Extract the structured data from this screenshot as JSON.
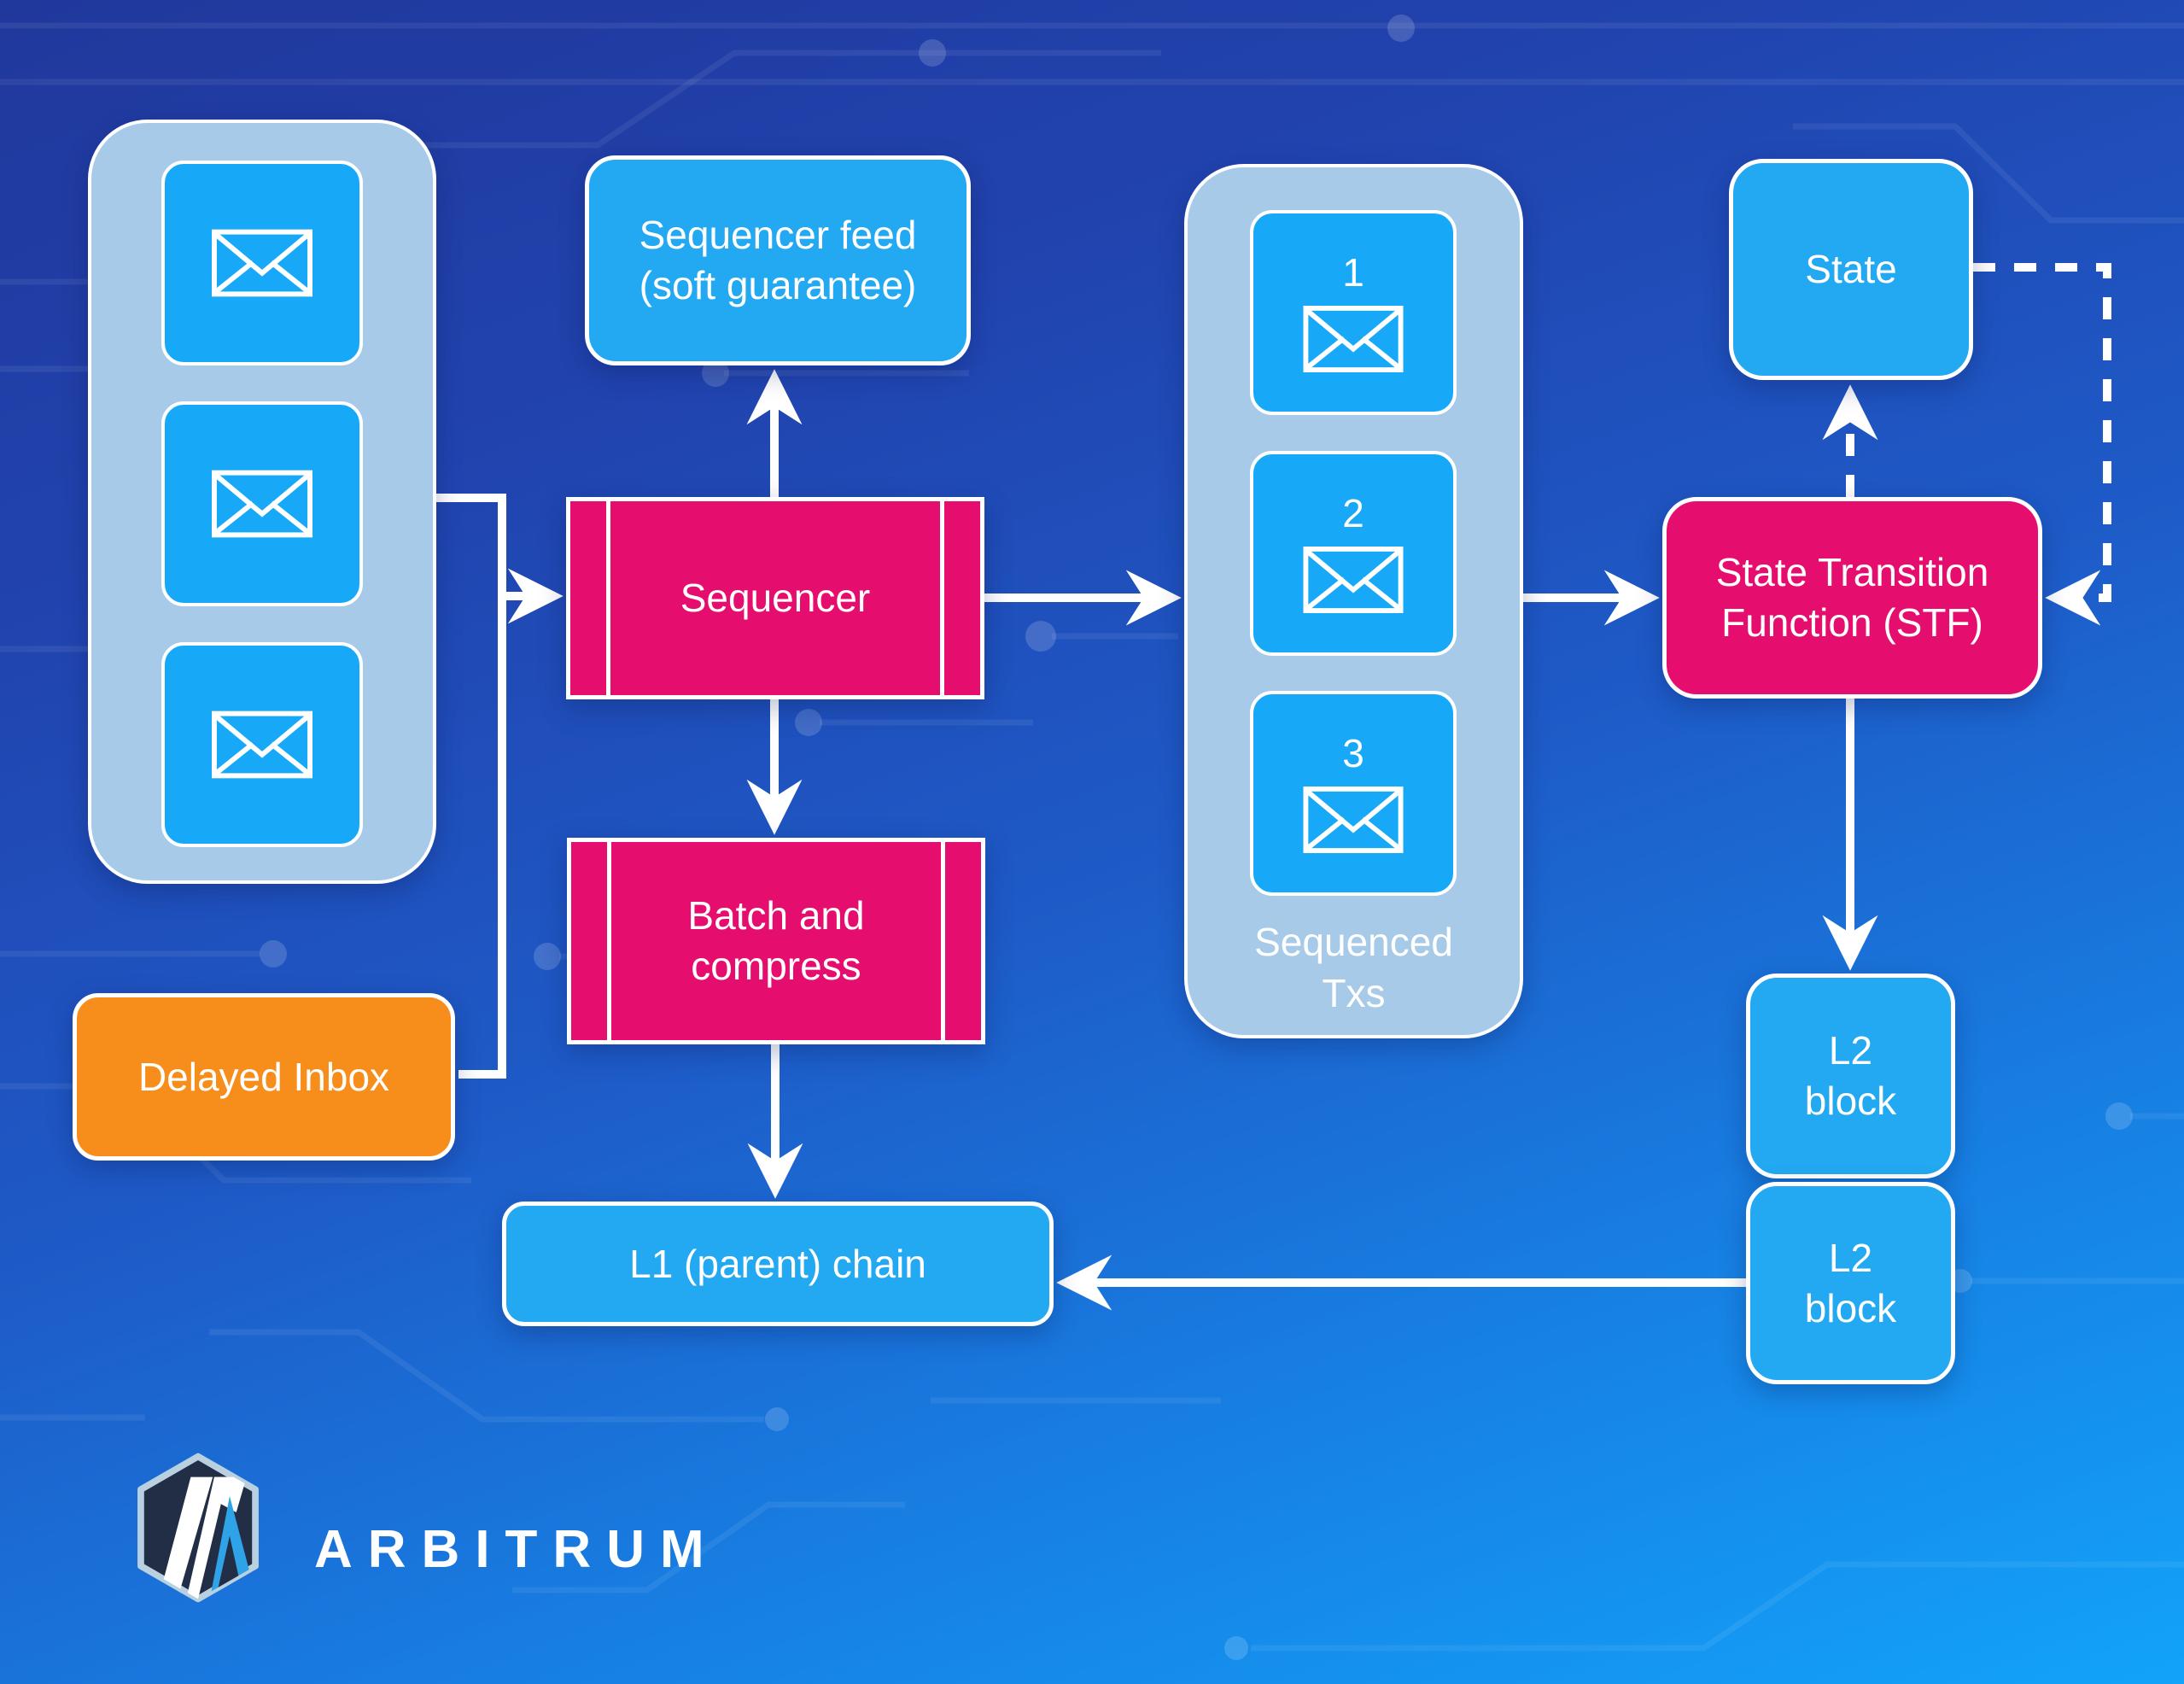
{
  "title": "Arbitrum sequencer architecture diagram",
  "colors": {
    "background_top": "#20389C",
    "background_bottom": "#12A3FA",
    "azure_box": "#23A8F2",
    "tile_blue": "#17A9F8",
    "group_light_blue": "#A6CAE8",
    "process_pink": "#E50D6D",
    "inbox_orange": "#F78D1B",
    "connector_white": "#FFFFFF",
    "logo_hex_fill": "#222E45",
    "logo_hex_border": "#B9D0E0",
    "logo_accent_blue": "#2FA3E8"
  },
  "nodes": {
    "inbox_group": {
      "envelopes": [
        {
          "icon": "envelope-icon"
        },
        {
          "icon": "envelope-icon"
        },
        {
          "icon": "envelope-icon"
        }
      ]
    },
    "sequencer_feed": {
      "line1": "Sequencer feed",
      "line2": "(soft guarantee)"
    },
    "sequencer": {
      "label": "Sequencer"
    },
    "batch": {
      "line1": "Batch and",
      "line2": "compress"
    },
    "delayed_inbox": {
      "label": "Delayed Inbox"
    },
    "l1_chain": {
      "label": "L1 (parent) chain"
    },
    "sequenced_txs": {
      "items": [
        {
          "num": "1",
          "icon": "envelope-icon"
        },
        {
          "num": "2",
          "icon": "envelope-icon"
        },
        {
          "num": "3",
          "icon": "envelope-icon"
        }
      ],
      "caption_line1": "Sequenced",
      "caption_line2": "Txs"
    },
    "state": {
      "label": "State"
    },
    "stf": {
      "line1": "State Transition",
      "line2": "Function (STF)"
    },
    "l2_blocks": [
      {
        "line1": "L2",
        "line2": "block"
      },
      {
        "line1": "L2",
        "line2": "block"
      }
    ]
  },
  "logo": {
    "brand": "ARBITRUM",
    "icon": "arbitrum-logo-icon"
  }
}
